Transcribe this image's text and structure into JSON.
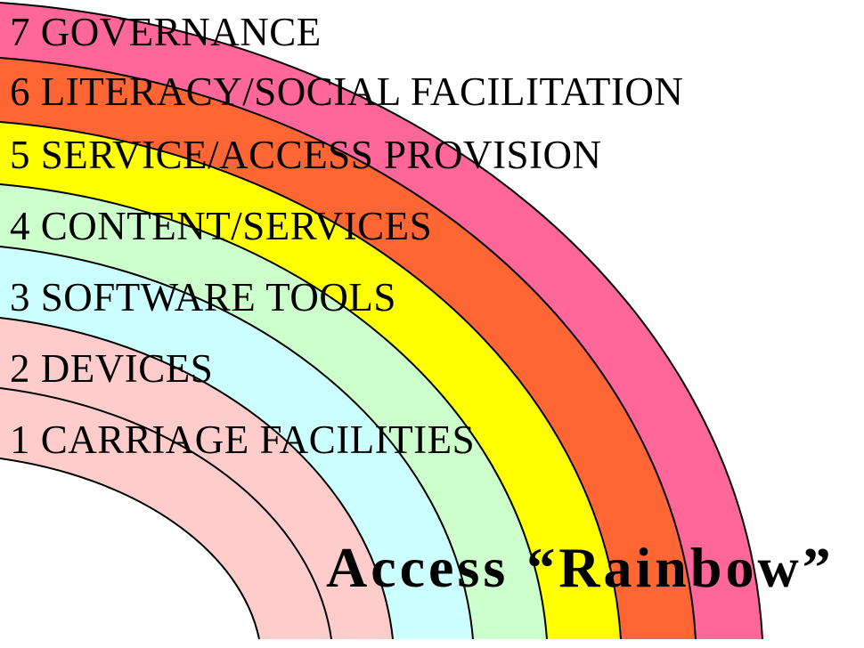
{
  "title": "Access “Rainbow”",
  "layers": [
    {
      "label": "7 GOVERNANCE",
      "color": "#ff6699"
    },
    {
      "label": "6 LITERACY/SOCIAL FACILITATION",
      "color": "#ff6633"
    },
    {
      "label": "5 SERVICE/ACCESS PROVISION",
      "color": "#ffff00"
    },
    {
      "label": "4 CONTENT/SERVICES",
      "color": "#ccffcc"
    },
    {
      "label": "3 SOFTWARE TOOLS",
      "color": "#ccffff"
    },
    {
      "label": "2 DEVICES",
      "color": "#ffcccc"
    },
    {
      "label": "1 CARRIAGE FACILITIES",
      "color": "#ffcccc"
    }
  ]
}
